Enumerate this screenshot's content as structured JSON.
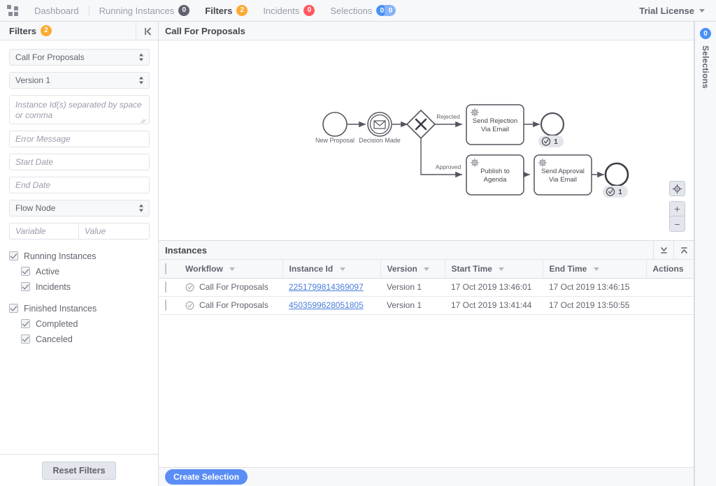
{
  "topnav": {
    "brand_icon": "grid-logo-icon",
    "items": [
      {
        "label": "Dashboard",
        "badge": null,
        "active": false
      },
      {
        "label": "Running Instances",
        "badge": "0",
        "badge_kind": "dark",
        "active": false
      },
      {
        "label": "Filters",
        "badge": "2",
        "badge_kind": "orange",
        "active": true
      },
      {
        "label": "Incidents",
        "badge": "0",
        "badge_kind": "red",
        "active": false
      },
      {
        "label": "Selections",
        "badge_a": "0",
        "badge_b": "0",
        "badge_kind": "split-blue",
        "active": false
      }
    ],
    "license_label": "Trial License"
  },
  "filters": {
    "title": "Filters",
    "count_badge": "2",
    "collapse_icon": "collapse-left-icon",
    "workflow_select": {
      "value": "Call For Proposals"
    },
    "version_select": {
      "value": "Version 1"
    },
    "instance_ids": {
      "value": "",
      "placeholder": "Instance Id(s) separated by space or comma"
    },
    "error_message": {
      "value": "",
      "placeholder": "Error Message"
    },
    "start_date": {
      "value": "",
      "placeholder": "Start Date"
    },
    "end_date": {
      "value": "",
      "placeholder": "End Date"
    },
    "flow_node_select": {
      "value": "Flow Node"
    },
    "variable": {
      "value": "",
      "placeholder": "Variable"
    },
    "variable_value": {
      "value": "",
      "placeholder": "Value"
    },
    "checkboxes": [
      {
        "label": "Running Instances",
        "checked": true,
        "indent": false
      },
      {
        "label": "Active",
        "checked": true,
        "indent": true
      },
      {
        "label": "Incidents",
        "checked": true,
        "indent": true
      },
      {
        "label": "Finished Instances",
        "checked": true,
        "indent": false,
        "gap": true
      },
      {
        "label": "Completed",
        "checked": true,
        "indent": true
      },
      {
        "label": "Canceled",
        "checked": true,
        "indent": true
      }
    ],
    "reset_label": "Reset Filters"
  },
  "diagram": {
    "title": "Call For Proposals",
    "nodes": {
      "start_event": "New Proposal",
      "message_event": "Decision Made",
      "gateway": "exclusive-gateway",
      "task_rejection_line1": "Send Rejection",
      "task_rejection_line2": "Via Email",
      "task_publish_line1": "Publish to",
      "task_publish_line2": "Agenda",
      "task_approval_line1": "Send Approval",
      "task_approval_line2": "Via Email"
    },
    "flow_labels": {
      "rejected": "Rejected",
      "approved": "Approved"
    },
    "end_badges": [
      {
        "icon": "completed-check-icon",
        "count": "1"
      },
      {
        "icon": "completed-check-icon",
        "count": "1"
      }
    ],
    "zoom_controls": {
      "reset": "reset-zoom-icon",
      "zoom_in": "+",
      "zoom_out": "−"
    }
  },
  "instances": {
    "title": "Instances",
    "header_actions": [
      {
        "icon": "expand-all-icon"
      },
      {
        "icon": "collapse-all-icon"
      }
    ],
    "columns": [
      {
        "key": "checkbox",
        "label": ""
      },
      {
        "key": "workflow",
        "label": "Workflow",
        "sortable": true
      },
      {
        "key": "instance_id",
        "label": "Instance Id",
        "sortable": true
      },
      {
        "key": "version",
        "label": "Version",
        "sortable": true
      },
      {
        "key": "start_time",
        "label": "Start Time",
        "sortable": true
      },
      {
        "key": "end_time",
        "label": "End Time",
        "sortable": true
      },
      {
        "key": "actions",
        "label": "Actions",
        "sortable": false
      }
    ],
    "rows": [
      {
        "selected": false,
        "state_icon": "completed-check-icon",
        "workflow": "Call For Proposals",
        "instance_id": "2251799814369097",
        "version": "Version 1",
        "start_time": "17 Oct 2019 13:46:01",
        "end_time": "17 Oct 2019 13:46:15"
      },
      {
        "selected": false,
        "state_icon": "completed-check-icon",
        "workflow": "Call For Proposals",
        "instance_id": "4503599628051805",
        "version": "Version 1",
        "start_time": "17 Oct 2019 13:41:44",
        "end_time": "17 Oct 2019 13:50:55"
      }
    ],
    "create_selection_label": "Create Selection"
  },
  "selections_rail": {
    "count": "0",
    "label": "Selections"
  },
  "colors": {
    "accent_blue": "#4a90f5",
    "button_blue": "#5a8df6",
    "orange": "#fdaa33",
    "red": "#ff5a5f",
    "link": "#4a7ddb",
    "text": "#62626e"
  }
}
